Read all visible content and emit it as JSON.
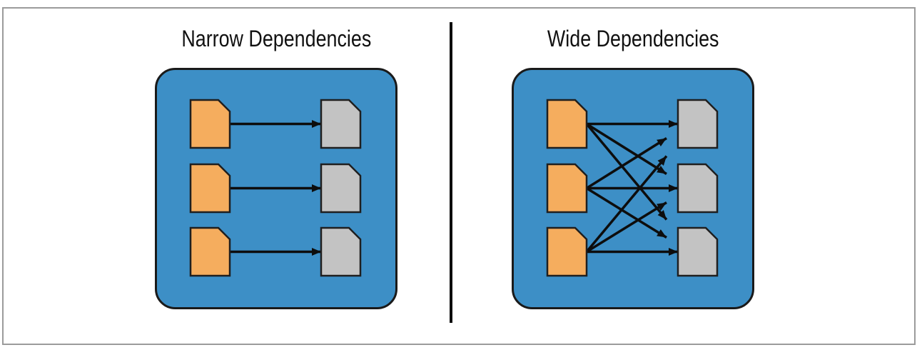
{
  "panels": [
    {
      "id": "narrow",
      "title": "Narrow Dependencies",
      "source_partition_count": 3,
      "target_partition_count": 3,
      "edges": [
        [
          0,
          0
        ],
        [
          1,
          1
        ],
        [
          2,
          2
        ]
      ]
    },
    {
      "id": "wide",
      "title": "Wide Dependencies",
      "source_partition_count": 3,
      "target_partition_count": 3,
      "edges": [
        [
          0,
          0
        ],
        [
          0,
          1
        ],
        [
          0,
          2
        ],
        [
          1,
          0
        ],
        [
          1,
          1
        ],
        [
          1,
          2
        ],
        [
          2,
          0
        ],
        [
          2,
          1
        ],
        [
          2,
          2
        ]
      ]
    }
  ],
  "colors": {
    "background": "#ffffff",
    "frame_border": "#9b9b9b",
    "divider": "#0d0d0d",
    "title_text": "#111111",
    "container_fill": "#3D8FC6",
    "container_stroke": "#1a1a1a",
    "source_partition_fill": "#F5AD5E",
    "target_partition_fill": "#C3C3C3",
    "partition_stroke": "#1f1f1f",
    "arrow": "#0d0d0d"
  }
}
